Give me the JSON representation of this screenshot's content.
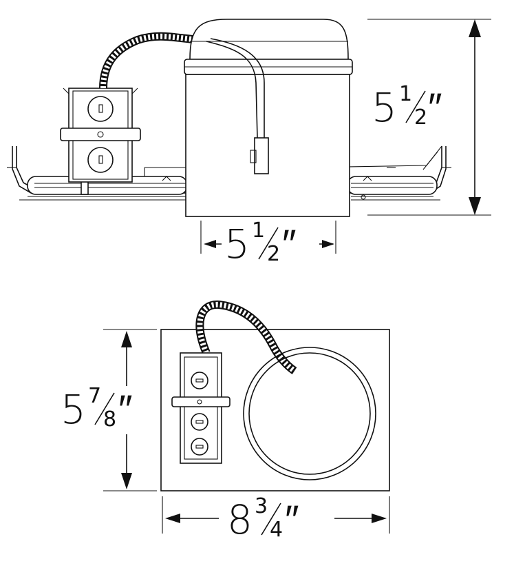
{
  "dimensions": {
    "front_height": {
      "whole": "5",
      "num": "1",
      "den": "2",
      "unit": "″"
    },
    "front_width": {
      "whole": "5",
      "num": "1",
      "den": "2",
      "unit": "″"
    },
    "top_depth": {
      "whole": "5",
      "num": "7",
      "den": "8",
      "unit": "″"
    },
    "top_length": {
      "whole": "8",
      "num": "3",
      "den": "4",
      "unit": "″"
    }
  }
}
